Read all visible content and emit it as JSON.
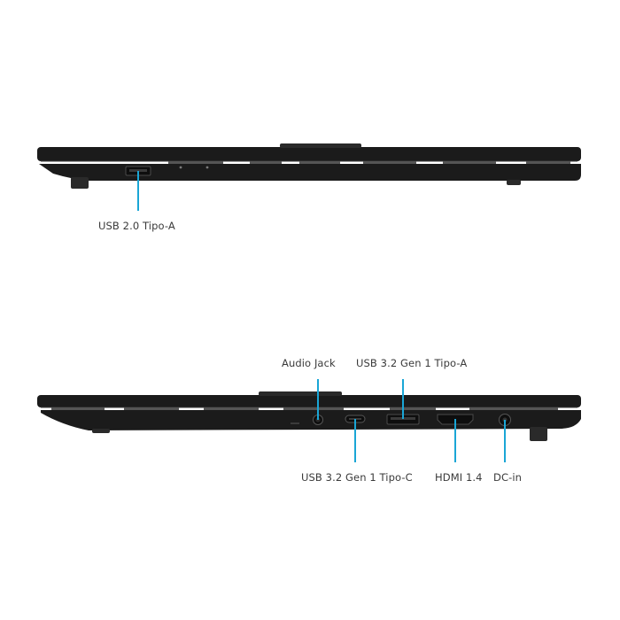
{
  "colors": {
    "background": "#ffffff",
    "chassis": "#1b1b1b",
    "chassis_edge": "#3b3b3b",
    "accent": "#1aa6d6",
    "label_text": "#3a3a3a"
  },
  "views": {
    "left_side": {
      "labels": {
        "usb20": "USB 2.0 Tipo-A"
      }
    },
    "right_side": {
      "labels": {
        "audio": "Audio Jack",
        "usb_a": "USB 3.2 Gen 1 Tipo-A",
        "usb_c": "USB 3.2 Gen 1 Tipo-C",
        "hdmi": "HDMI 1.4",
        "dcin": "DC-in"
      }
    }
  }
}
